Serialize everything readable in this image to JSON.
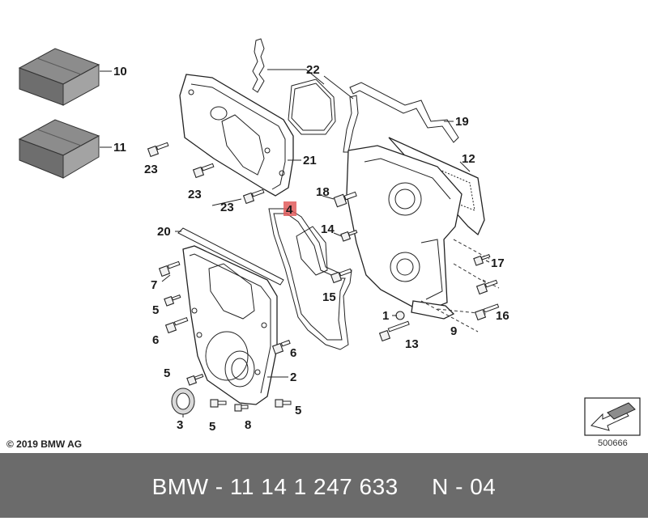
{
  "diagram": {
    "callouts": {
      "p10": "10",
      "p11": "11",
      "p22": "22",
      "p19": "19",
      "p21": "21",
      "p12": "12",
      "p23a": "23",
      "p23b": "23",
      "p23c": "23",
      "p18": "18",
      "p4": "4",
      "p14": "14",
      "p20": "20",
      "p17": "17",
      "p7": "7",
      "p15": "15",
      "p5a": "5",
      "p1": "1",
      "p16": "16",
      "p9": "9",
      "p6a": "6",
      "p13": "13",
      "p6b": "6",
      "p5b": "5",
      "p2": "2",
      "p3": "3",
      "p5c": "5",
      "p8": "8",
      "p5d": "5"
    },
    "highlight_color": "#e05a5a"
  },
  "copyright": "© 2019 BMW AG",
  "image_number": "500666",
  "footer": {
    "text": "BMW - 11 14 1 247 633     N - 04",
    "background": "#6b6b6b"
  }
}
